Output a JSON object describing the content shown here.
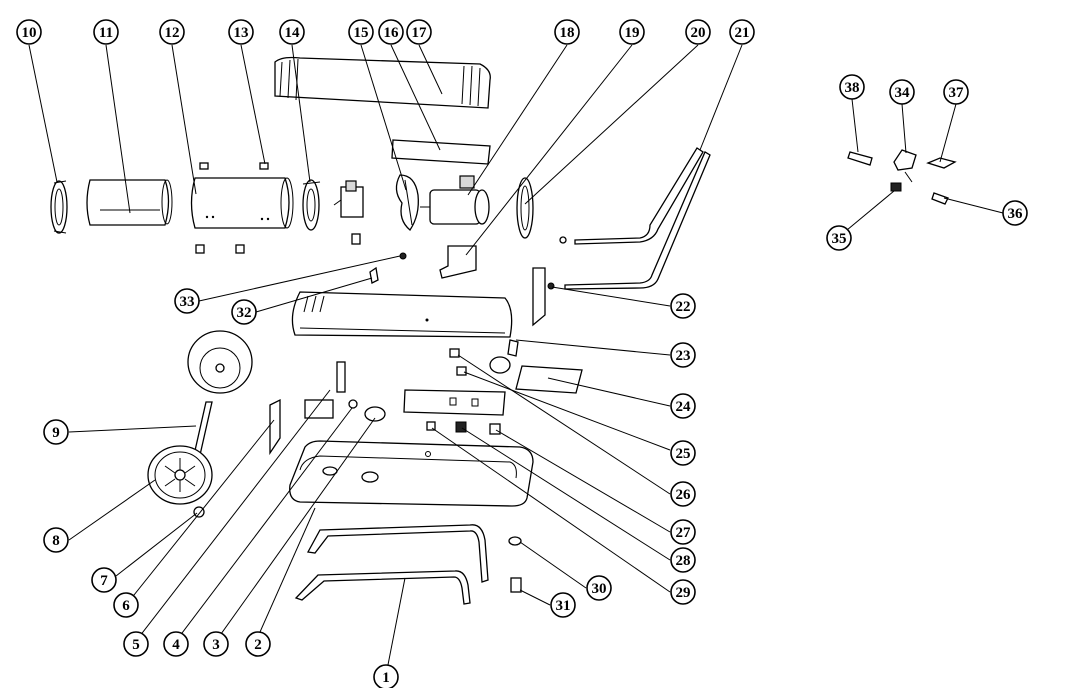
{
  "callouts": [
    {
      "id": "10",
      "label": "10"
    },
    {
      "id": "11",
      "label": "11"
    },
    {
      "id": "12",
      "label": "12"
    },
    {
      "id": "13",
      "label": "13"
    },
    {
      "id": "14",
      "label": "14"
    },
    {
      "id": "15",
      "label": "15"
    },
    {
      "id": "16",
      "label": "16"
    },
    {
      "id": "17",
      "label": "17"
    },
    {
      "id": "18",
      "label": "18"
    },
    {
      "id": "19",
      "label": "19"
    },
    {
      "id": "20",
      "label": "20"
    },
    {
      "id": "21",
      "label": "21"
    },
    {
      "id": "38",
      "label": "38"
    },
    {
      "id": "34",
      "label": "34"
    },
    {
      "id": "37",
      "label": "37"
    },
    {
      "id": "36",
      "label": "36"
    },
    {
      "id": "35",
      "label": "35"
    },
    {
      "id": "33",
      "label": "33"
    },
    {
      "id": "32",
      "label": "32"
    },
    {
      "id": "22",
      "label": "22"
    },
    {
      "id": "23",
      "label": "23"
    },
    {
      "id": "24",
      "label": "24"
    },
    {
      "id": "25",
      "label": "25"
    },
    {
      "id": "26",
      "label": "26"
    },
    {
      "id": "27",
      "label": "27"
    },
    {
      "id": "28",
      "label": "28"
    },
    {
      "id": "29",
      "label": "29"
    },
    {
      "id": "30",
      "label": "30"
    },
    {
      "id": "31",
      "label": "31"
    },
    {
      "id": "9",
      "label": "9"
    },
    {
      "id": "8",
      "label": "8"
    },
    {
      "id": "7",
      "label": "7"
    },
    {
      "id": "6",
      "label": "6"
    },
    {
      "id": "5",
      "label": "5"
    },
    {
      "id": "4",
      "label": "4"
    },
    {
      "id": "3",
      "label": "3"
    },
    {
      "id": "2",
      "label": "2"
    },
    {
      "id": "1",
      "label": "1"
    }
  ]
}
